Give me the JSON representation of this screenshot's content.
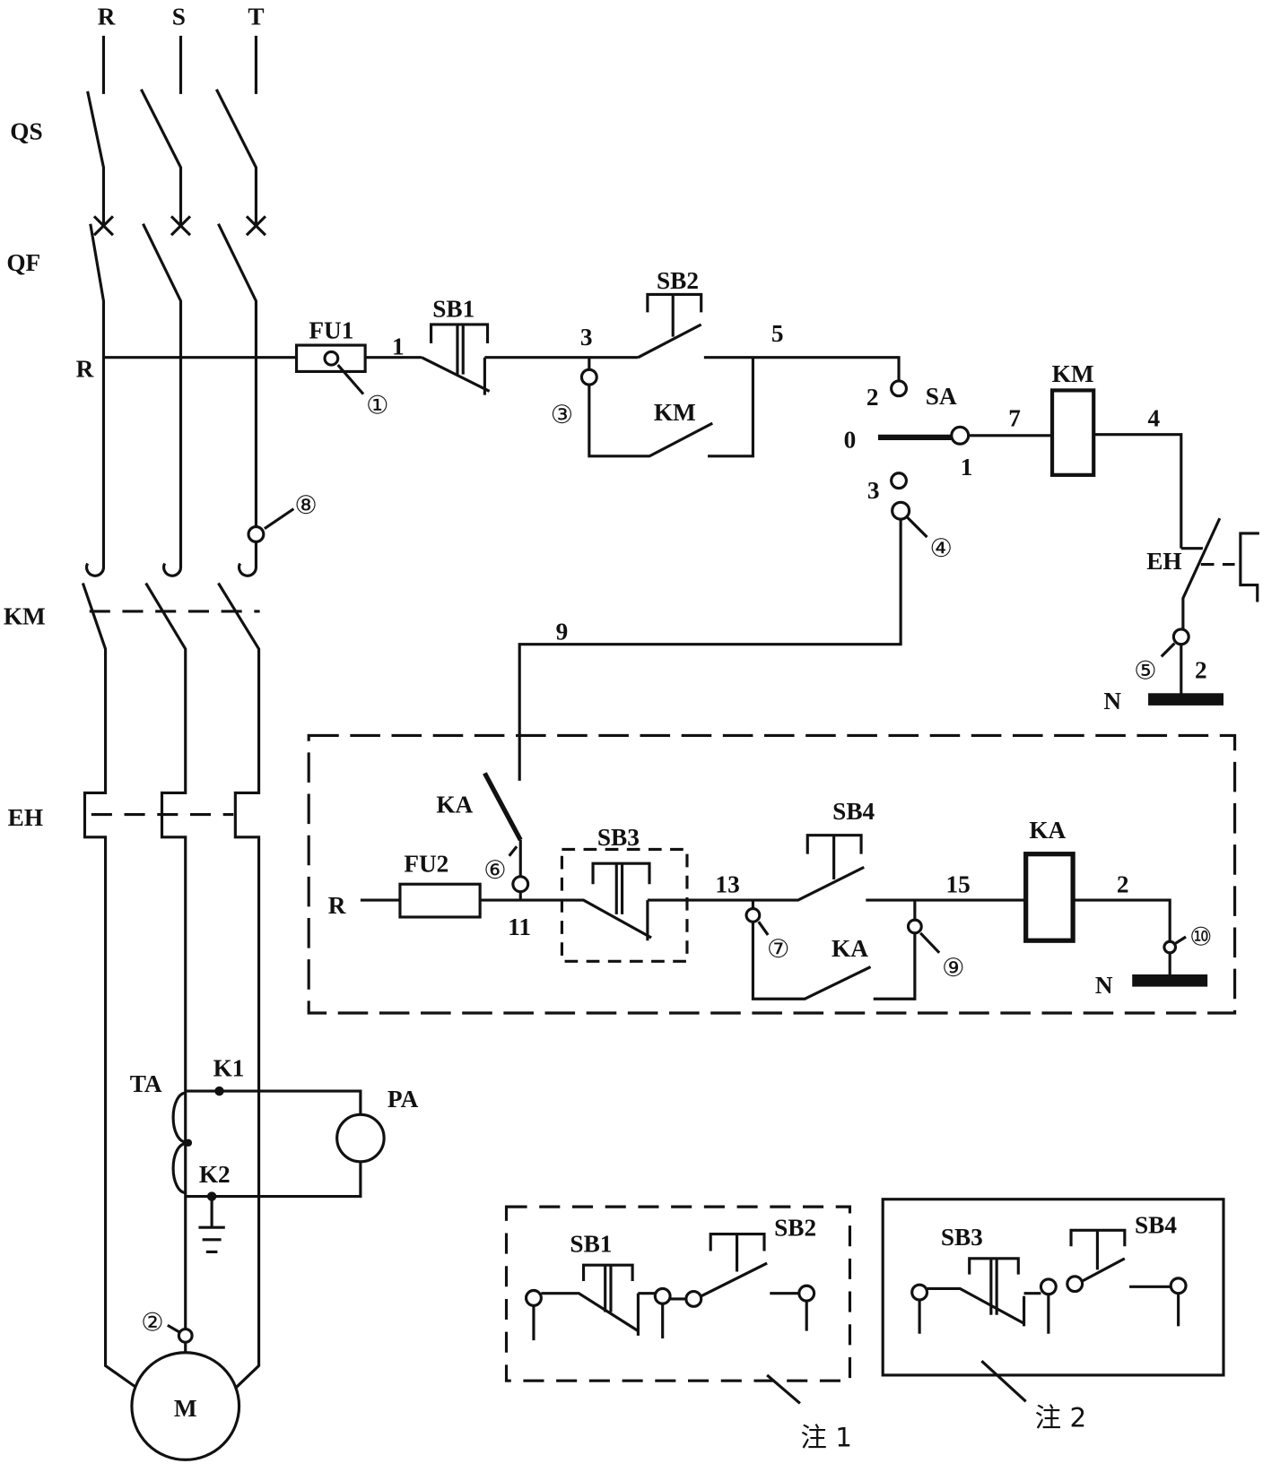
{
  "colors": {
    "ink": "#111111",
    "paper": "#ffffff"
  },
  "supply": {
    "phase_r": "R",
    "phase_s": "S",
    "phase_t": "T"
  },
  "main_circuit": {
    "qs_label": "QS",
    "qf_label": "QF",
    "km_label": "KM",
    "eh_label": "EH",
    "ta_label": "TA",
    "k1_label": "K1",
    "k2_label": "K2",
    "pa_label": "PA",
    "motor_label": "M",
    "point_2": "②",
    "point_8": "⑧"
  },
  "control_circuit": {
    "feed_label": "R",
    "fu1_label": "FU1",
    "wire_1": "1",
    "point_1": "①",
    "sb1_label": "SB1",
    "wire_3": "3",
    "point_3": "③",
    "sb2_label": "SB2",
    "km_aux_label": "KM",
    "wire_5": "5",
    "sa_position_2": "2",
    "sa_label": "SA",
    "sa_position_0": "0",
    "sa_position_1": "1",
    "sa_position_3": "3",
    "point_4": "④",
    "wire_7": "7",
    "km_coil_label": "KM",
    "wire_4": "4",
    "eh_contact_label": "EH",
    "point_5": "⑤",
    "wire_2": "2",
    "neutral_label": "N",
    "wire_9": "9"
  },
  "relay_circuit": {
    "ka_contact_label": "KA",
    "point_6": "⑥",
    "feed_label": "R",
    "fu2_label": "FU2",
    "wire_11": "11",
    "sb3_label": "SB3",
    "wire_13": "13",
    "sb4_label": "SB4",
    "wire_15": "15",
    "ka_coil_label": "KA",
    "wire_2": "2",
    "point_7": "⑦",
    "ka_aux_label": "KA",
    "point_9": "⑨",
    "point_10": "⑩",
    "neutral_label": "N"
  },
  "note_1": {
    "sb1_label": "SB1",
    "sb2_label": "SB2",
    "caption": "注 1"
  },
  "note_2": {
    "sb3_label": "SB3",
    "sb4_label": "SB4",
    "caption": "注 2"
  }
}
